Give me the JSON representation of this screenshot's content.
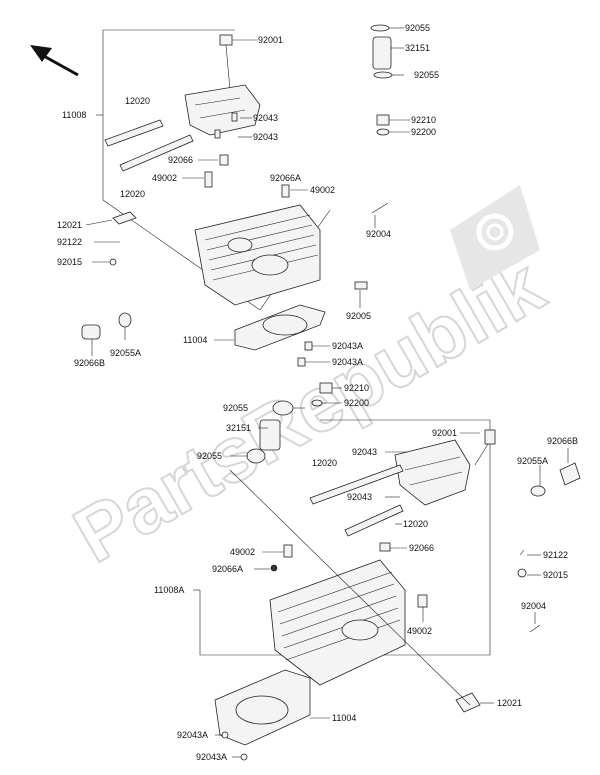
{
  "watermark": "PartsRepublik",
  "labels": {
    "l92055_t": "92055",
    "l32151_t": "32151",
    "l92055_t2": "92055",
    "l92001_t": "92001",
    "l11008": "11008",
    "l12020_a": "12020",
    "l92043_t": "92043",
    "l92043_t2": "92043",
    "l92210_t": "92210",
    "l92200_t": "92200",
    "l12020_b": "12020",
    "l92066_t": "92066",
    "l49002_a": "49002",
    "l92066A_t": "92066A",
    "l49002_b": "49002",
    "l12021_t": "12021",
    "l92004_t": "92004",
    "l92122_t": "92122",
    "l92015_t": "92015",
    "l92005": "92005",
    "l11004_t": "11004",
    "l92043A_t": "92043A",
    "l92043A_t2": "92043A",
    "l92055A_t": "92055A",
    "l92066B_t": "92066B",
    "l92210_m": "92210",
    "l92055_m": "92055",
    "l92200_m": "92200",
    "l32151_m": "32151",
    "l92001_b": "92001",
    "l92043_b": "92043",
    "l92066B_b": "92066B",
    "l92055_b": "92055",
    "l12020_c": "12020",
    "l92055A_b": "92055A",
    "l92043_b2": "92043",
    "l12020_d": "12020",
    "l49002_c": "49002",
    "l92066_b": "92066",
    "l92122_b": "92122",
    "l92066A_b": "92066A",
    "l92015_b": "92015",
    "l11008A": "11008A",
    "l92004_b": "92004",
    "l49002_d": "49002",
    "l12021_b": "12021",
    "l11004_b": "11004",
    "l92043A_b": "92043A",
    "l92043A_b2": "92043A"
  },
  "icons": {
    "direction": "arrow-icon",
    "gear": "gear-icon"
  }
}
